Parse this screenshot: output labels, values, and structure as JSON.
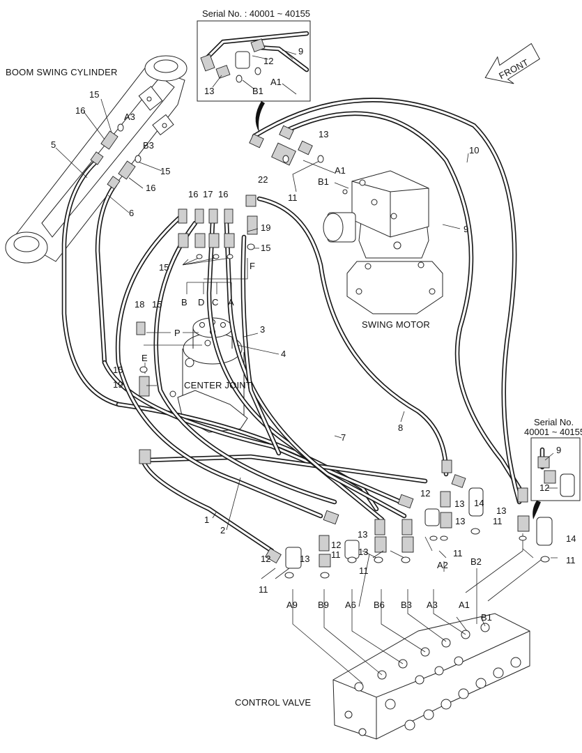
{
  "components": {
    "boom_swing_cylinder": "BOOM SWING CYLINDER",
    "swing_motor": "SWING MOTOR",
    "center_joint": "CENTER JOINT",
    "control_valve": "CONTROL VALVE"
  },
  "front_arrow": "FRONT",
  "serial_top": "Serial No.  : 40001 ~ 40155",
  "serial_right_line1": "Serial No.",
  "serial_right_line2": "40001 ~ 40155",
  "parts": {
    "p1": "1",
    "p2": "2",
    "p3": "3",
    "p4": "4",
    "p5": "5",
    "p6": "6",
    "p7": "7",
    "p8": "8",
    "p9": "9",
    "p10": "10",
    "p11": "11",
    "p12": "12",
    "p13": "13",
    "p14": "14",
    "p15": "15",
    "p16": "16",
    "p17": "17",
    "p18": "18",
    "p19": "19",
    "p22": "22"
  },
  "ports": {
    "A": "A",
    "B": "B",
    "C": "C",
    "D": "D",
    "E": "E",
    "F": "F",
    "P": "P",
    "A1": "A1",
    "A2": "A2",
    "A3": "A3",
    "A6": "A6",
    "A9": "A9",
    "B1": "B1",
    "B2": "B2",
    "B3": "B3",
    "B6": "B6",
    "B9": "B9"
  }
}
